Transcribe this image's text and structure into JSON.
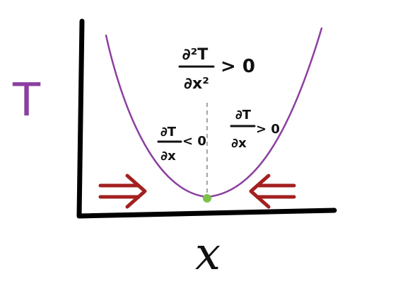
{
  "labels": {
    "y_axis": "T",
    "x_axis": "x"
  },
  "annotations": {
    "second_derivative": {
      "numerator": "∂²T",
      "denominator": "∂x²",
      "relation": "> 0"
    },
    "left_slope": {
      "numerator": "∂T",
      "denominator": "∂x",
      "relation": "< 0"
    },
    "right_slope": {
      "numerator": "∂T",
      "denominator": "∂x",
      "relation": "> 0"
    }
  },
  "colors": {
    "axes": "#000000",
    "curve": "#8b3fa0",
    "minimum_point": "#7cc24a",
    "arrows": "#a32020",
    "dashed_line": "#888888",
    "text": "#111111",
    "y_label": "#8b3fa0"
  },
  "arrows": {
    "left": "⇒",
    "right": "⇐"
  }
}
